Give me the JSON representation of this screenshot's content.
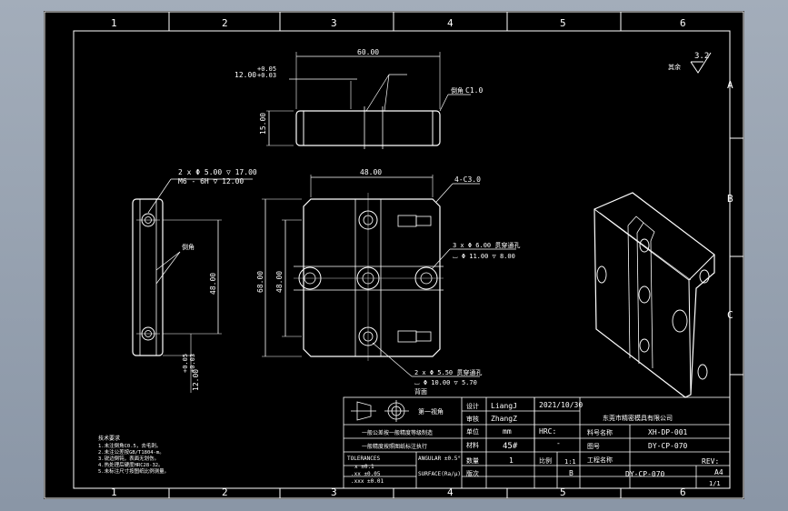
{
  "frame": {
    "columns": [
      "1",
      "2",
      "3",
      "4",
      "5",
      "6"
    ],
    "rows": [
      "A",
      "B",
      "C"
    ]
  },
  "views": {
    "top": {
      "dim_width": "60.00",
      "dim_tol_plus": "+0.05",
      "dim_tol_minus": "+0.03",
      "dim_base": "12.00",
      "dim_height": "15.00",
      "chamfer": "C1.0",
      "chamfer_leader": "倒角"
    },
    "side": {
      "hole_note_1": "2 x Φ 5.00 ▽ 17.00",
      "hole_note_2": "M6 - 6H ▽ 12.00",
      "dim_48": "48.00",
      "dim_base": "12.00",
      "tol_plus": "+0.05",
      "tol_minus": "+0.03",
      "leader": "倒角"
    },
    "front": {
      "dim_48_top": "48.00",
      "dim_68": "68.00",
      "dim_48_side": "48.00",
      "corner": "4-C3.0",
      "hole_note_top": "3 x Φ 6.00 贯穿通孔",
      "hole_note_top2": "⌴ Φ 11.00 ▽ 8.00",
      "hole_note_bot": "2 x Φ 5.50 贯穿通孔",
      "hole_note_bot2": "⌴ Φ 10.00 ▽ 5.70",
      "hole_note_bot3": "背面"
    }
  },
  "roughness": {
    "label": "其余",
    "value": "3.2"
  },
  "notes": {
    "title": "技术要求",
    "lines": [
      "1.未注倒角C0.5，去毛刺。",
      "2.未注公差按GB/T1804-m。",
      "3.锐边倒钝，表面无划伤。",
      "4.热处理后硬度HRC28-32。",
      "5.未标注尺寸按图纸比例测量。"
    ]
  },
  "title_block": {
    "first_angle": "第一视角",
    "projection_note": "一般公差按一般精度等级制造",
    "projection_note2": "一般精度按照图纸标注执行",
    "design": "设计",
    "design_name": "LiangJ",
    "design_date": "2021/10/30",
    "check": "审核",
    "check_name": "ZhangZ",
    "unit": "单位",
    "unit_value": "mm",
    "hrc": "HRC:",
    "hrc_value": "-",
    "material": "材料",
    "material_value": "45#",
    "qty": "数量",
    "qty_value": "1",
    "scale": "比例",
    "scale_value": "1:1",
    "company": "东莞市精密模具有限公司",
    "part_no_label": "料号名称",
    "part_no": "XH-DP-001",
    "drawing_label": "图号",
    "drawing_no": "DY-CP-070",
    "process_label": "工程名称",
    "process_no": "DY-CP-070",
    "version": "版次",
    "sheet_code": "B",
    "rev": "REV:",
    "size": "A4",
    "page": "1/1",
    "tolerance": "TOLERANCES",
    "tol_x": "x   ±0.1",
    "tol_xx": ".xx  ±0.05",
    "tol_xxx": ".xxx ±0.01",
    "angular": "ANGULAR ±0.5°",
    "surface": "SURFACE(Ra/μ)"
  }
}
